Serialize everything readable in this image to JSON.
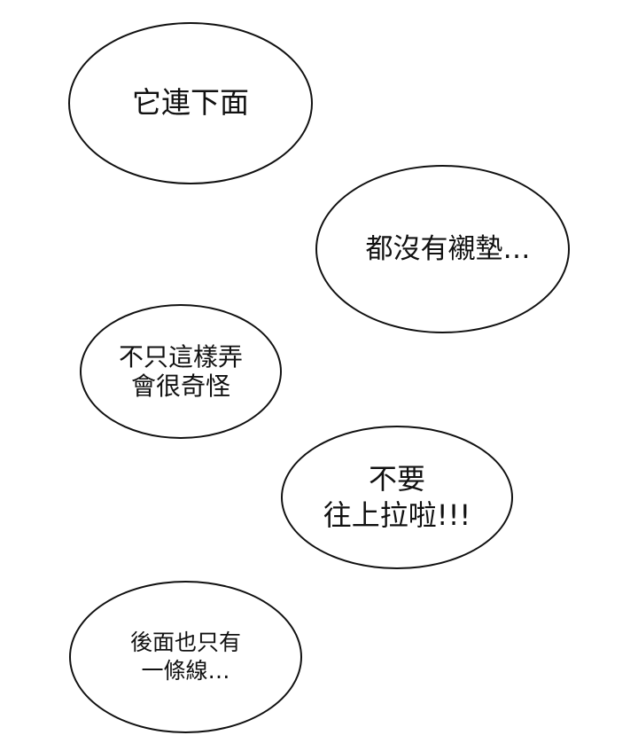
{
  "page": {
    "background": "#ffffff",
    "stroke_color": "#111111",
    "text_color": "#111111"
  },
  "bubbles": [
    {
      "id": "b1",
      "lines": [
        "它連下面"
      ]
    },
    {
      "id": "b2",
      "lines": [
        "都沒有襯墊…"
      ]
    },
    {
      "id": "b3",
      "lines": [
        "不只這樣弄",
        "會很奇怪"
      ]
    },
    {
      "id": "b4",
      "lines": [
        "不要",
        "往上拉啦!!!"
      ]
    },
    {
      "id": "b5",
      "lines": [
        "後面也只有",
        "一條線…"
      ]
    }
  ]
}
